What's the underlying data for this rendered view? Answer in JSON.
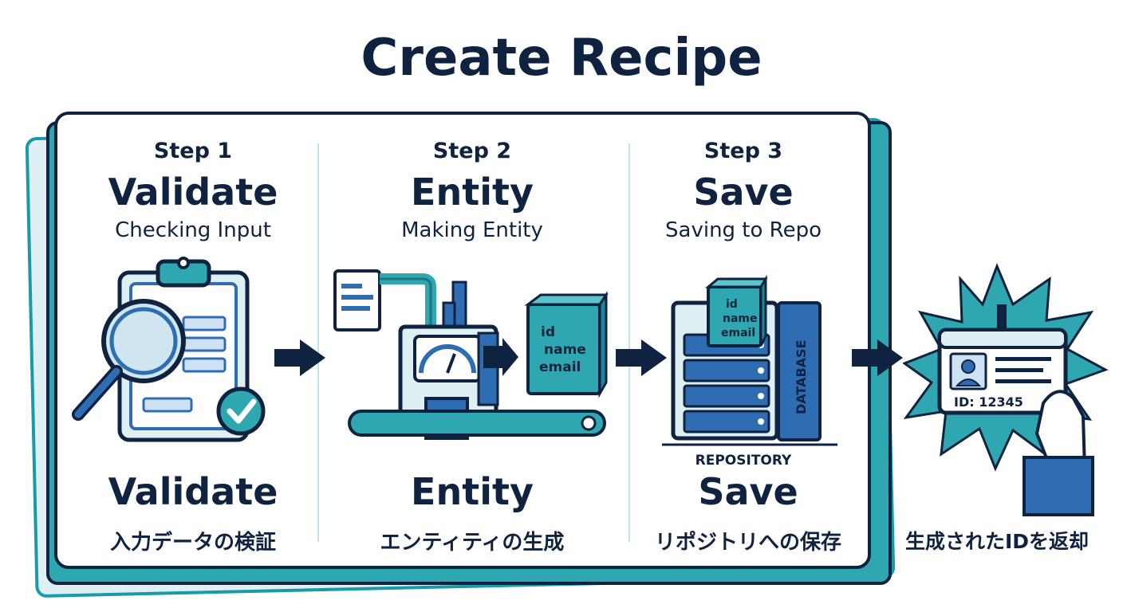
{
  "title": "Create Recipe",
  "steps": [
    {
      "step": "Step 1",
      "head": "Validate",
      "sub": "Checking Input",
      "foot_head": "Validate",
      "foot_jp": "入力データの検証"
    },
    {
      "step": "Step 2",
      "head": "Entity",
      "sub": "Making Entity",
      "foot_head": "Entity",
      "foot_jp": "エンティティの生成"
    },
    {
      "step": "Step 3",
      "head": "Save",
      "sub": "Saving to Repo",
      "foot_head": "Save",
      "foot_jp": "リポジトリへの保存"
    }
  ],
  "entity_fields": [
    "id",
    "name",
    "email"
  ],
  "database_label": "DATABASE",
  "repository_label": "REPOSITORY",
  "id_card_text": "ID: 12345",
  "result_jp": "生成されたIDを返却",
  "colors": {
    "navy": "#0f2240",
    "teal": "#2fa7b0",
    "blue": "#2f6db3",
    "light": "#dff0f4"
  }
}
